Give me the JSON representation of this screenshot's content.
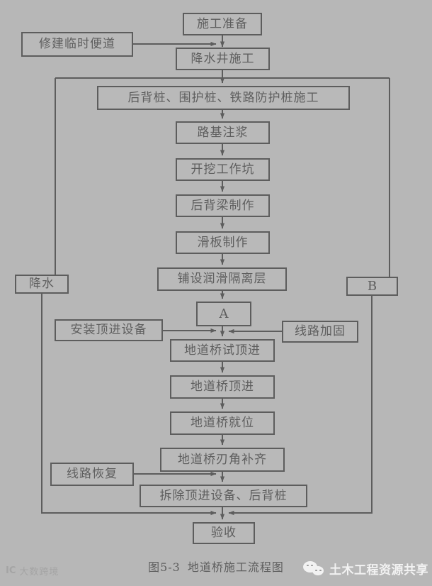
{
  "figure": {
    "caption_number": "图5-3",
    "caption_text": "地道桥施工流程图",
    "background_color": "#b7b7b7",
    "line_color": "#5d5d5d",
    "text_color": "#5e5e5e"
  },
  "nodes": {
    "construction_prep": "施工准备",
    "temp_road": "修建临时便道",
    "dewatering_well": "降水井施工",
    "piles": "后背桩、围护桩、铁路防护桩施工",
    "subgrade_grouting": "路基注浆",
    "excavate_pit": "开挖工作坑",
    "back_beam": "后背梁制作",
    "slide_plate": "滑板制作",
    "lubrication_layer": "铺设润滑隔离层",
    "connector_a": "A",
    "connector_b": "B",
    "dewatering": "降水",
    "install_jacking": "安装顶进设备",
    "track_reinforce": "线路加固",
    "trial_jacking": "地道桥试顶进",
    "jacking": "地道桥顶进",
    "in_place": "地道桥就位",
    "blade_trim": "地道桥刃角补齐",
    "track_restore": "线路恢复",
    "remove_equipment": "拆除顶进设备、后背桩",
    "acceptance": "验收"
  },
  "watermarks": {
    "left_text": "大数跨境",
    "left_mark": "IC",
    "right_text": "土木工程资源共享",
    "right_icon": "wechat-icon"
  }
}
